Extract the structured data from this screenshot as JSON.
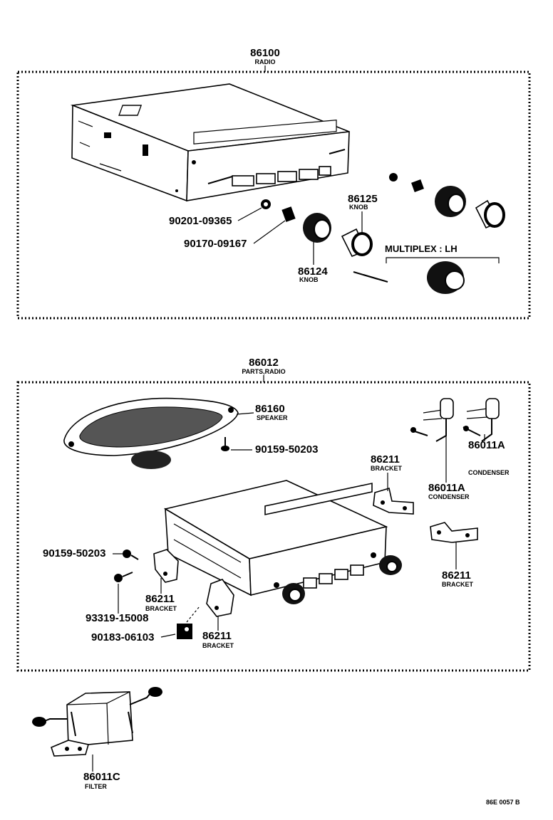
{
  "assembly_radio": {
    "part": "86100",
    "name": "RADIO"
  },
  "assembly_parts": {
    "part": "86012",
    "name": "PARTS,RADIO"
  },
  "callouts": {
    "nut": "90201-09365",
    "bushing": "90170-09167",
    "knob_86124_part": "86124",
    "knob_86124_name": "KNOB",
    "knob_86125_part": "86125",
    "knob_86125_name": "KNOB",
    "multiplex": "MULTIPLEX : LH",
    "speaker_part": "86160",
    "speaker_name": "SPEAKER",
    "speaker_screw": "90159-50203",
    "screw_left": "90159-50203",
    "bolt": "93319-15008",
    "nut_clip": "90183-06103",
    "bracket_a_part": "86211",
    "bracket_a_name": "BRACKET",
    "bracket_b_part": "86211",
    "bracket_b_name": "BRACKET",
    "bracket_c_part": "86211",
    "bracket_c_name": "BRACKET",
    "bracket_d_part": "86211",
    "bracket_d_name": "BRACKET",
    "condenser_a_part": "86011A",
    "condenser_a_name": "CONDENSER",
    "condenser_b_part": "86011A",
    "condenser_b_name": "CONDENSER",
    "filter_part": "86011C",
    "filter_name": "FILTER",
    "footer_code": "86E 0057 B"
  }
}
